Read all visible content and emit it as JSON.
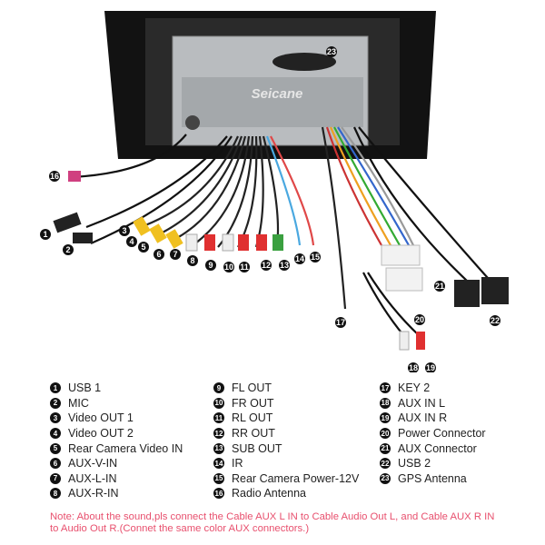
{
  "brand": "Seicane",
  "callouts": [
    "1",
    "2",
    "3",
    "4",
    "5",
    "6",
    "7",
    "8",
    "9",
    "10",
    "11",
    "12",
    "13",
    "14",
    "15",
    "16",
    "17",
    "18",
    "19",
    "20",
    "21",
    "22",
    "23"
  ],
  "legend": [
    [
      {
        "n": "1",
        "label": "USB 1"
      },
      {
        "n": "2",
        "label": "MIC"
      },
      {
        "n": "3",
        "label": "Video OUT 1"
      },
      {
        "n": "4",
        "label": "Video OUT 2"
      },
      {
        "n": "5",
        "label": "Rear Camera Video IN"
      },
      {
        "n": "6",
        "label": "AUX-V-IN"
      },
      {
        "n": "7",
        "label": "AUX-L-IN"
      },
      {
        "n": "8",
        "label": "AUX-R-IN"
      }
    ],
    [
      {
        "n": "9",
        "label": "FL OUT"
      },
      {
        "n": "10",
        "label": "FR OUT"
      },
      {
        "n": "11",
        "label": "RL OUT"
      },
      {
        "n": "12",
        "label": "RR OUT"
      },
      {
        "n": "13",
        "label": "SUB OUT"
      },
      {
        "n": "14",
        "label": "IR"
      },
      {
        "n": "15",
        "label": "Rear Camera Power-12V"
      },
      {
        "n": "16",
        "label": "Radio Antenna"
      }
    ],
    [
      {
        "n": "17",
        "label": "KEY 2"
      },
      {
        "n": "18",
        "label": "AUX IN L"
      },
      {
        "n": "19",
        "label": "AUX IN R"
      },
      {
        "n": "20",
        "label": "Power Connector"
      },
      {
        "n": "21",
        "label": "AUX Connector"
      },
      {
        "n": "22",
        "label": "USB 2"
      },
      {
        "n": "23",
        "label": "GPS Antenna"
      }
    ]
  ],
  "note": "Note: About the sound,pls connect the Cable AUX L IN to Cable Audio Out L, and Cable AUX R IN to Audio Out R.(Connet the same color AUX connectors.)",
  "colors": {
    "note": "#e8506e",
    "panel": "#111111",
    "unit": "#b9bcbf"
  }
}
